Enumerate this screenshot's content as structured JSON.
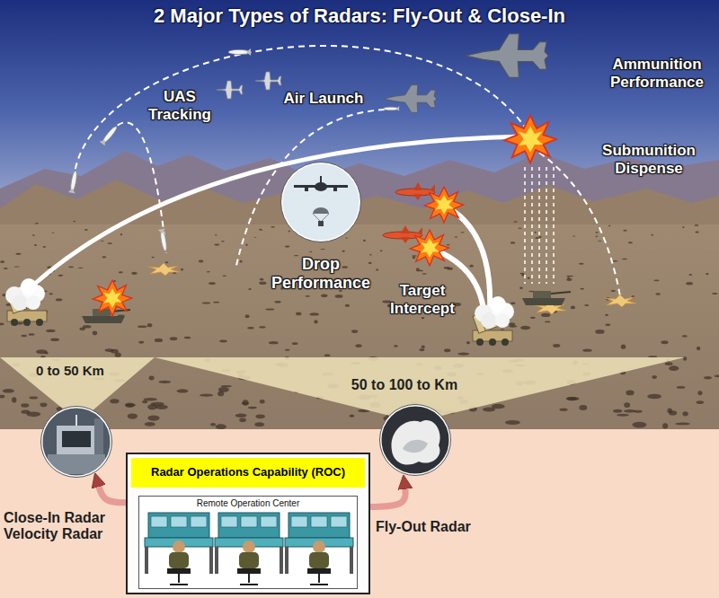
{
  "diagram": {
    "title": "2 Major Types of Radars: Fly-Out & Close-In",
    "nodes": [
      {
        "text": [
          "Drop Performance"
        ]
      },
      {
        "text": [
          "Close-In Radar Velocity Radar"
        ]
      },
      {
        "text": [
          "Fly-Out Radar"
        ]
      },
      {
        "text": [
          "Radar Operations Capability (ROC)"
        ]
      },
      {
        "text": [
          "Remote Operation Center"
        ],
        "in": 3
      }
    ],
    "edges": [
      {
        "from": 3,
        "to": 1,
        "arrow": "to"
      },
      {
        "from": 3,
        "to": 2,
        "arrow": "to"
      }
    ],
    "labels": [
      "UAS Tracking",
      "Air Launch",
      "Ammunition Performance",
      "Submunition Dispense",
      "Target Intercept",
      "0 to 50 Km",
      "50 to 100 to Km"
    ]
  }
}
